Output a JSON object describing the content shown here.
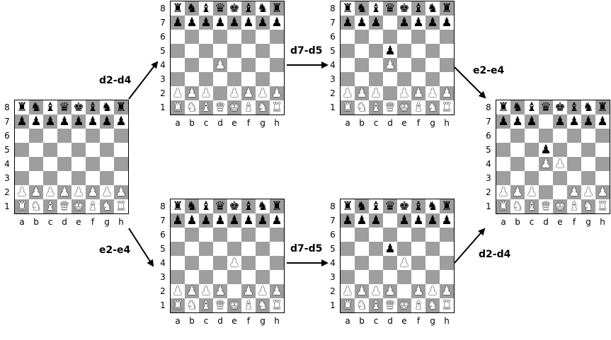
{
  "files": [
    "a",
    "b",
    "c",
    "d",
    "e",
    "f",
    "g",
    "h"
  ],
  "ranks": [
    "8",
    "7",
    "6",
    "5",
    "4",
    "3",
    "2",
    "1"
  ],
  "piece_glyphs": {
    "K": "♚",
    "Q": "♛",
    "R": "♜",
    "B": "♝",
    "N": "♞",
    "P": "♟",
    "k": "♚",
    "q": "♛",
    "r": "♜",
    "b": "♝",
    "n": "♞",
    "p": "♟"
  },
  "boards": [
    {
      "id": "start",
      "fen": [
        "rnbqkbnr",
        "pppppppp",
        "8",
        "8",
        "8",
        "8",
        "PPPPPPPP",
        "RNBQKBNR"
      ]
    },
    {
      "id": "after-d4",
      "fen": [
        "rnbqkbnr",
        "pppppppp",
        "8",
        "8",
        "3P4",
        "8",
        "PPP1PPPP",
        "RNBQKBNR"
      ]
    },
    {
      "id": "after-d4-d5",
      "fen": [
        "rnbqkbnr",
        "ppp1pppp",
        "8",
        "3p4",
        "3P4",
        "8",
        "PPP1PPPP",
        "RNBQKBNR"
      ]
    },
    {
      "id": "after-e4",
      "fen": [
        "rnbqkbnr",
        "pppppppp",
        "8",
        "8",
        "4P3",
        "8",
        "PPPP1PPP",
        "RNBQKBNR"
      ]
    },
    {
      "id": "after-e4-d5",
      "fen": [
        "rnbqkbnr",
        "ppp1pppp",
        "8",
        "3p4",
        "4P3",
        "8",
        "PPPP1PPP",
        "RNBQKBNR"
      ]
    },
    {
      "id": "final",
      "fen": [
        "rnbqkbnr",
        "ppp1pppp",
        "8",
        "3p4",
        "3PP3",
        "8",
        "PPP2PPP",
        "RNBQKBNR"
      ]
    }
  ],
  "moves": {
    "top_first": "d2-d4",
    "top_second": "d7-d5",
    "top_third": "e2-e4",
    "bottom_first": "e2-e4",
    "bottom_second": "d7-d5",
    "bottom_third": "d2-d4"
  }
}
